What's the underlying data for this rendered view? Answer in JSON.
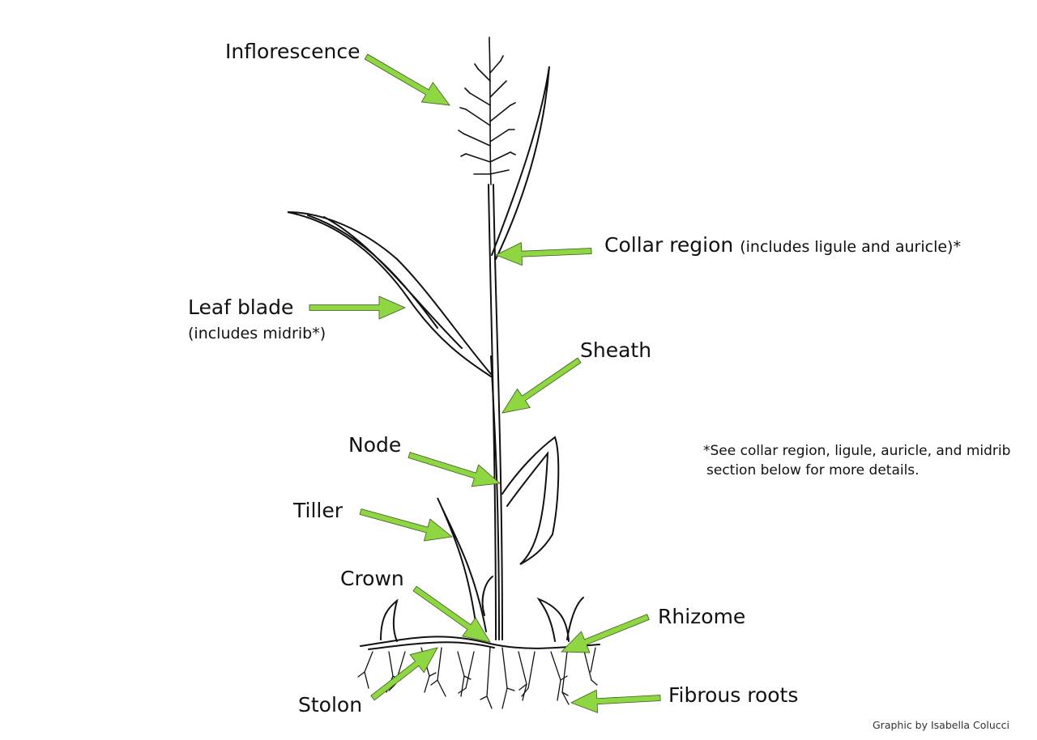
{
  "labels": {
    "inflorescence": "Inflorescence",
    "collar_region": "Collar region",
    "collar_region_note": "(includes ligule and auricle)*",
    "leaf_blade": "Leaf blade",
    "leaf_blade_note": "(includes midrib*)",
    "sheath": "Sheath",
    "node": "Node",
    "tiller": "Tiller",
    "crown": "Crown",
    "rhizome": "Rhizome",
    "stolon": "Stolon",
    "fibrous_roots": "Fibrous roots"
  },
  "footnote": {
    "line1": "*See collar region, ligule, auricle, and midrib",
    "line2": "section below for more details."
  },
  "credit": "Graphic by Isabella Colucci",
  "colors": {
    "arrow_fill": "#8fd643",
    "arrow_stroke": "#3d5a1a",
    "ink": "#111111"
  }
}
